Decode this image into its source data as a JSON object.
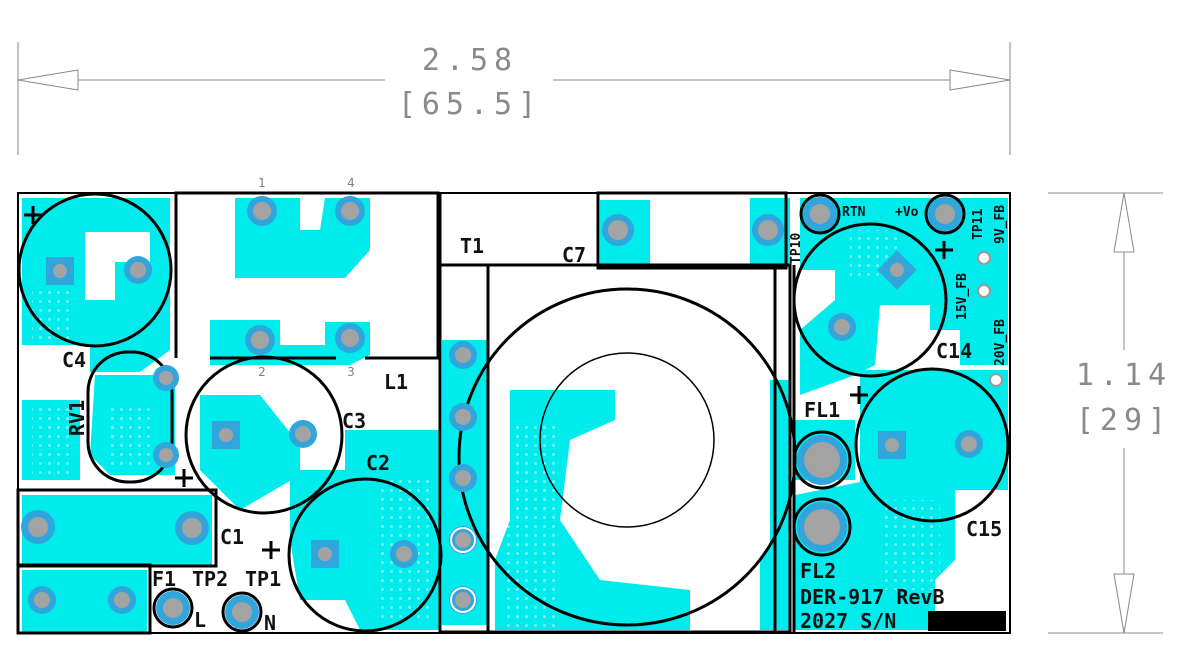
{
  "dimensions": {
    "width_in": "2.58",
    "width_mm": "[65.5]",
    "height_in": "1.14",
    "height_mm": "[29]"
  },
  "pin_numbers": [
    "1",
    "4",
    "2",
    "3"
  ],
  "designators": {
    "T1": "T1",
    "C7": "C7",
    "C4": "C4",
    "RV1": "RV1",
    "C3": "C3",
    "L1": "L1",
    "C2": "C2",
    "C1": "C1",
    "F1": "F1",
    "TP2": "TP2",
    "TP1": "TP1",
    "L": "L",
    "N": "N",
    "RTN": "RTN",
    "VO": "+Vo",
    "TP10": "TP10",
    "TP11": "TP11",
    "FB9": "9V_FB",
    "FB15": "15V_FB",
    "FB20": "20V_FB",
    "C14": "C14",
    "FL1": "FL1",
    "C15": "C15",
    "FL2": "FL2",
    "BOARD": "DER-917 RevB",
    "SN": "2027 S/N"
  },
  "colors": {
    "copper": "#00ecec",
    "pad": "#31a6dc",
    "drill": "#a3a3a3",
    "silkscreen": "#000000",
    "dimension": "#8a8a8a"
  }
}
